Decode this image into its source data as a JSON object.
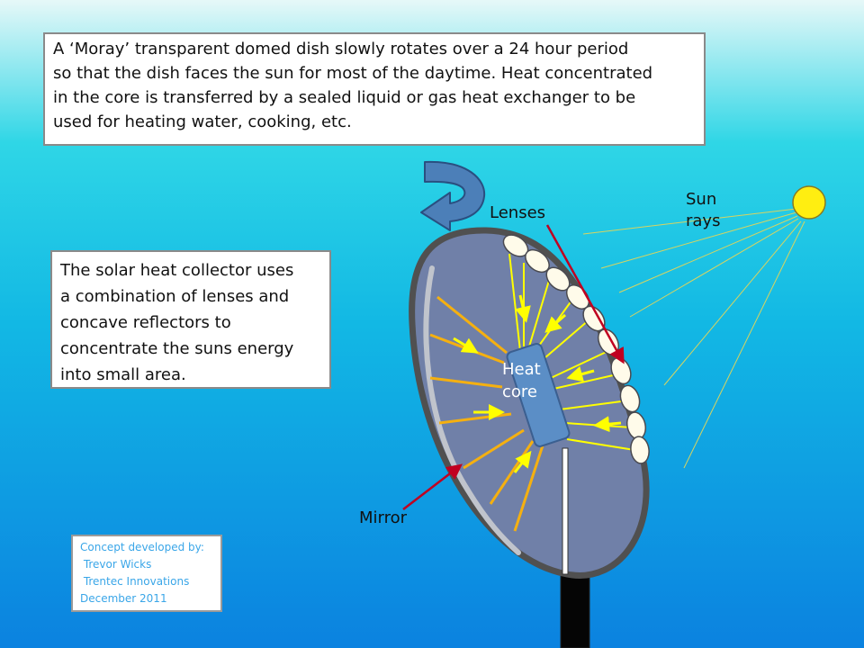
{
  "description_box": {
    "lines": [
      "A ‘Moray’ transparent domed dish slowly rotates over a 24 hour period",
      "so that the dish faces the sun for most of the daytime. Heat concentrated",
      "in the core is transferred by a sealed liquid or gas heat exchanger to be",
      "used for heating water, cooking, etc."
    ]
  },
  "collector_box": {
    "lines": [
      "The solar heat collector uses",
      "a combination of lenses and",
      "concave reflectors to",
      "concentrate the suns energy",
      "into small area."
    ]
  },
  "credit_box": {
    "lines": [
      "Concept developed by:",
      " Trevor Wicks",
      " Trentec Innovations",
      "December 2011"
    ]
  },
  "labels": {
    "lenses": "Lenses",
    "sun_rays_1": "Sun",
    "sun_rays_2": "rays",
    "mirror": "Mirror",
    "heat_core_1": "Heat",
    "heat_core_2": "core"
  },
  "colors": {
    "dish_fill": "#7080a8",
    "dish_rim": "#505050",
    "mirror_strip": "#c0c4cc",
    "lens_fill": "#fffbea",
    "core_fill": "#5b8ec6",
    "sun_fill": "#ffee11",
    "sun_ray": "#d8d460",
    "yellow_ray": "#ffff00",
    "orange_ray": "#f5b010",
    "pointer": "#c00020",
    "rotate_arrow": "#4c7fb8",
    "stand": "#050505"
  },
  "icons": {
    "rotation": "curved-arrow-icon",
    "sun": "sun-icon"
  }
}
